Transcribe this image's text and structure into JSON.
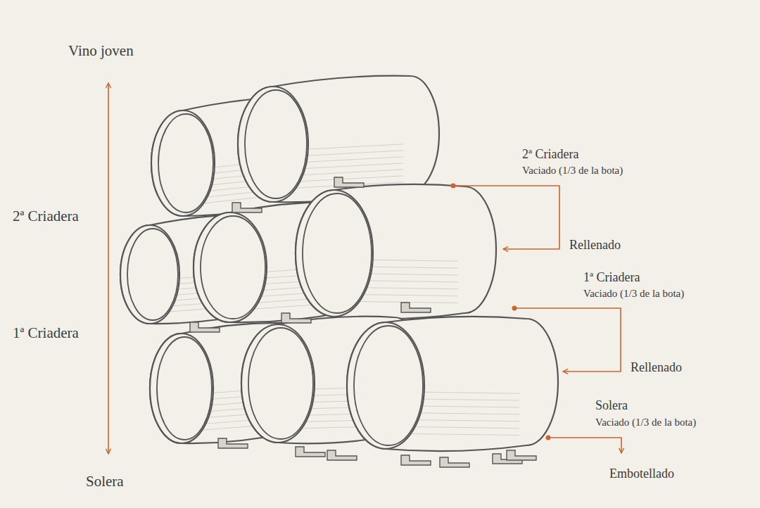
{
  "diagram": {
    "labels": [
      "Vino joven",
      "2ª Criadera",
      "1ª Criadera",
      "Solera",
      "2ª Criadera",
      "Vaciado (1/3 de la bota)",
      "Rellenado",
      "1ª Criadera",
      "Vaciado (1/3 de la bota)",
      "Rellenado",
      "Solera",
      "Vaciado (1/3 de la bota)",
      "Embotellado"
    ]
  }
}
